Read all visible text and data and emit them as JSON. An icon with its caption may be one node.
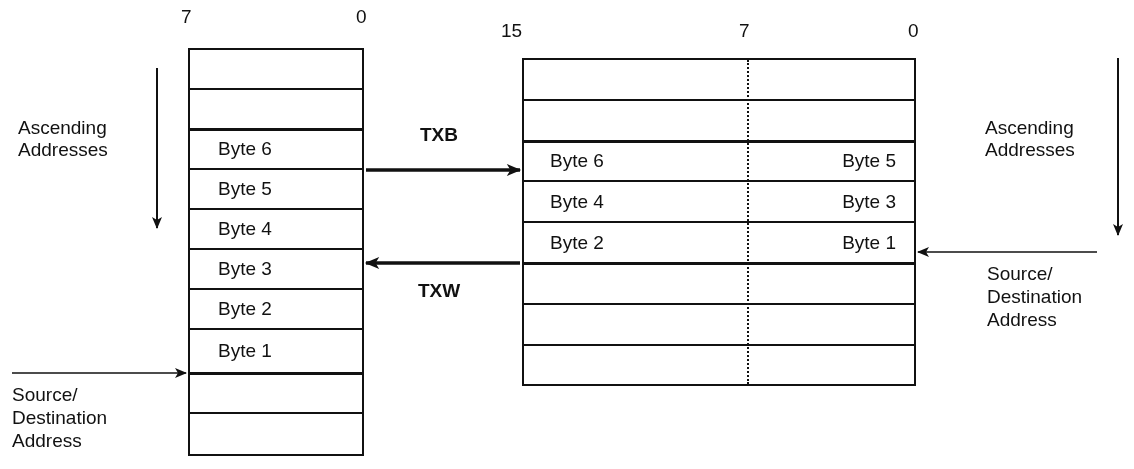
{
  "diagram": {
    "nodes": [
      {
        "text": [],
        "shape": "box"
      },
      {
        "text": [
          "Byte 6"
        ],
        "in": 0
      },
      {
        "text": [
          "Byte 5"
        ],
        "in": 0
      },
      {
        "text": [
          "Byte 4"
        ],
        "in": 0
      },
      {
        "text": [
          "Byte 3"
        ],
        "in": 0
      },
      {
        "text": [
          "Byte 2"
        ],
        "in": 0
      },
      {
        "text": [
          "Byte 1"
        ],
        "in": 0
      },
      {
        "text": [],
        "shape": "box"
      },
      {
        "text": [
          "Byte 6",
          "Byte 5"
        ],
        "in": 7
      },
      {
        "text": [
          "Byte 4",
          "Byte 3"
        ],
        "in": 7
      },
      {
        "text": [
          "Byte 2",
          "Byte 1"
        ],
        "in": 7
      },
      {
        "text": [
          "Source/ Destination Address"
        ]
      },
      {
        "text": [
          "Source/ Destination Address"
        ]
      }
    ],
    "edges": [
      {
        "from": 0,
        "to": 7,
        "arrow": "to",
        "label": "TXB",
        "style": "thick"
      },
      {
        "from": 7,
        "to": 0,
        "arrow": "to",
        "label": "TXW",
        "style": "thick"
      },
      {
        "from": 11,
        "to": 0,
        "arrow": "to"
      },
      {
        "from": 12,
        "to": 7,
        "arrow": "to"
      }
    ],
    "labels": [
      "7",
      "0",
      "15",
      "7",
      "0",
      "Ascending Addresses",
      "Ascending Addresses"
    ]
  }
}
